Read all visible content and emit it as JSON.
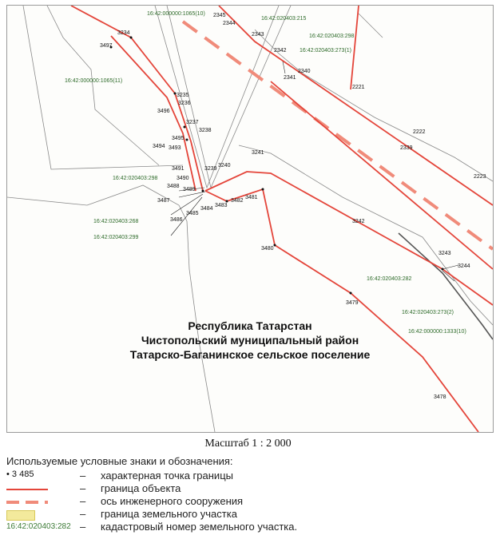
{
  "map": {
    "boundary_color": "#e4453a",
    "axis_color": "#f08b7a",
    "cadastral_color": "#2e6b2a",
    "region_lines": [
      "Республика Татарстан",
      "Чистопольский муниципальный район",
      "Татарско-Баганинское сельское поселение"
    ],
    "points": [
      {
        "id": "3234",
        "label": "3234"
      },
      {
        "id": "3497",
        "label": "3497"
      },
      {
        "id": "3235",
        "label": "3235"
      },
      {
        "id": "3236",
        "label": "3236"
      },
      {
        "id": "3496",
        "label": "3496"
      },
      {
        "id": "3237",
        "label": "3237"
      },
      {
        "id": "3238",
        "label": "3238"
      },
      {
        "id": "3495",
        "label": "3495"
      },
      {
        "id": "3494",
        "label": "3494"
      },
      {
        "id": "3493",
        "label": "3493"
      },
      {
        "id": "3491",
        "label": "3491"
      },
      {
        "id": "3490",
        "label": "3490"
      },
      {
        "id": "3488",
        "label": "3488"
      },
      {
        "id": "3489",
        "label": "3489"
      },
      {
        "id": "3487",
        "label": "3487"
      },
      {
        "id": "3486",
        "label": "3486"
      },
      {
        "id": "3485",
        "label": "3485"
      },
      {
        "id": "3484",
        "label": "3484"
      },
      {
        "id": "3483",
        "label": "3483"
      },
      {
        "id": "3482",
        "label": "3482"
      },
      {
        "id": "3481",
        "label": "3481"
      },
      {
        "id": "3239",
        "label": "3239"
      },
      {
        "id": "3240",
        "label": "3240"
      },
      {
        "id": "3241",
        "label": "3241"
      },
      {
        "id": "3242",
        "label": "3242"
      },
      {
        "id": "3480",
        "label": "3480"
      },
      {
        "id": "3479",
        "label": "3479"
      },
      {
        "id": "3478",
        "label": "3478"
      },
      {
        "id": "3243",
        "label": "3243"
      },
      {
        "id": "3244",
        "label": "3244"
      },
      {
        "id": "2345",
        "label": "2345"
      },
      {
        "id": "2344",
        "label": "2344"
      },
      {
        "id": "2343",
        "label": "2343"
      },
      {
        "id": "2342",
        "label": "2342"
      },
      {
        "id": "2341",
        "label": "2341"
      },
      {
        "id": "2340",
        "label": "2340"
      },
      {
        "id": "2221",
        "label": "2221"
      },
      {
        "id": "2222",
        "label": "2222"
      },
      {
        "id": "2339",
        "label": "2339"
      },
      {
        "id": "2223",
        "label": "2223"
      }
    ],
    "cadastral_labels": [
      {
        "id": "c1065_10",
        "label": "16:42:000000:1065(10)"
      },
      {
        "id": "c215",
        "label": "16:42:020403:215"
      },
      {
        "id": "c298a",
        "label": "16:42:020403:298"
      },
      {
        "id": "c273_1",
        "label": "16:42:020403:273(1)"
      },
      {
        "id": "c1065_11",
        "label": "16:42:000000:1065(11)"
      },
      {
        "id": "c298b",
        "label": "16:42:020403:298"
      },
      {
        "id": "c268",
        "label": "16:42:020403:268"
      },
      {
        "id": "c299",
        "label": "16:42:020403:299"
      },
      {
        "id": "c282",
        "label": "16:42:020403:282"
      },
      {
        "id": "c273_2",
        "label": "16:42:020403:273(2)"
      },
      {
        "id": "c1333_10",
        "label": "16:42:000000:1333(10)"
      }
    ]
  },
  "scale": {
    "text": "Масштаб 1 : 2 000"
  },
  "legend": {
    "title": "Используемые условные знаки и обозначения:",
    "dash": "–",
    "items": [
      {
        "symbol": "• 3 485",
        "description": "характерная точка границы"
      },
      {
        "symbol": "",
        "description": "граница объекта"
      },
      {
        "symbol": "",
        "description": "ось инженерного сооружения"
      },
      {
        "symbol": "",
        "description": "граница земельного участка"
      },
      {
        "symbol": "16:42:020403:282",
        "description": "кадастровый номер земельного участка."
      }
    ]
  }
}
